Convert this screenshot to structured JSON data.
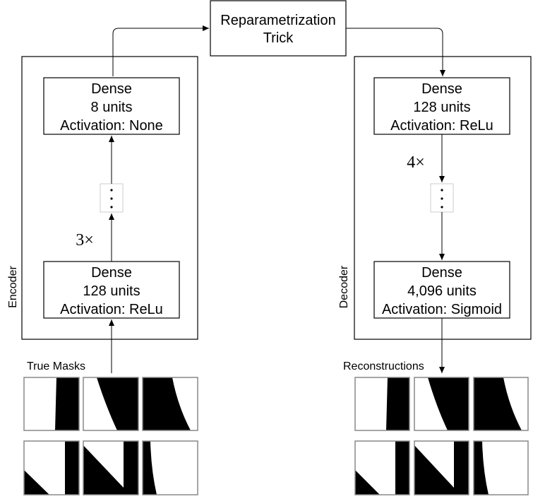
{
  "reparam": {
    "line1": "Reparametrization",
    "line2": "Trick"
  },
  "encoder": {
    "label": "Encoder",
    "top_dense": {
      "title": "Dense",
      "units": "8 units",
      "activation": "Activation: None"
    },
    "bottom_dense": {
      "title": "Dense",
      "units": "128 units",
      "activation": "Activation: ReLu"
    },
    "repeat": "3×"
  },
  "decoder": {
    "label": "Decoder",
    "top_dense": {
      "title": "Dense",
      "units": "128 units",
      "activation": "Activation: ReLu"
    },
    "bottom_dense": {
      "title": "Dense",
      "units": "4,096 units",
      "activation": "Activation: Sigmoid"
    },
    "repeat": "4×"
  },
  "inputs_label": "True Masks",
  "outputs_label": "Reconstructions",
  "colors": {
    "stroke": "#000000",
    "thumb_border": "#888888",
    "dots_border": "#cccccc"
  }
}
